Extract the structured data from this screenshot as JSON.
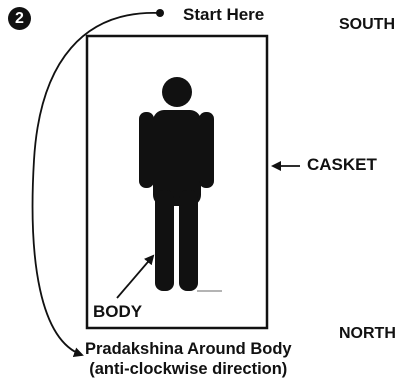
{
  "step": {
    "number": "2"
  },
  "labels": {
    "start": "Start Here",
    "south": "SOUTH",
    "north": "NORTH",
    "casket": "CASKET",
    "body": "BODY",
    "path_line1": "Pradakshina Around Body",
    "path_line2": "(anti-clockwise direction)"
  },
  "colors": {
    "ink": "#111111",
    "background": "#ffffff"
  }
}
